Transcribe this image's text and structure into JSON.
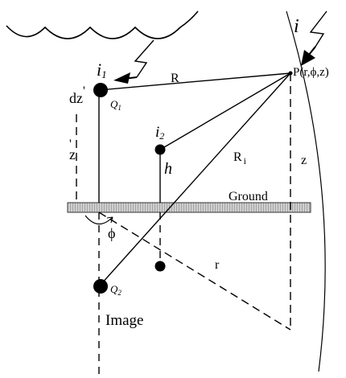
{
  "labels": {
    "source_current": "i",
    "current_i1": "i",
    "current_i1_sub": "1",
    "current_i2": "i",
    "current_i2_sub": "2",
    "point_p": "P(r,ϕ,z)",
    "distance_R": "R",
    "distance_Ri": "R",
    "distance_Ri_sub": "i",
    "height_h": "h",
    "height_z": "z",
    "element_dz": "dz",
    "element_dz_prime": "'",
    "height_zprime": "z",
    "height_zprime_prime": "'",
    "ground": "Ground",
    "angle_phi": "ϕ",
    "radius_r": "r",
    "charge_q1": "Q",
    "charge_q1_sub": "1",
    "charge_q2": "Q",
    "charge_q2_sub": "2",
    "image": "Image"
  }
}
